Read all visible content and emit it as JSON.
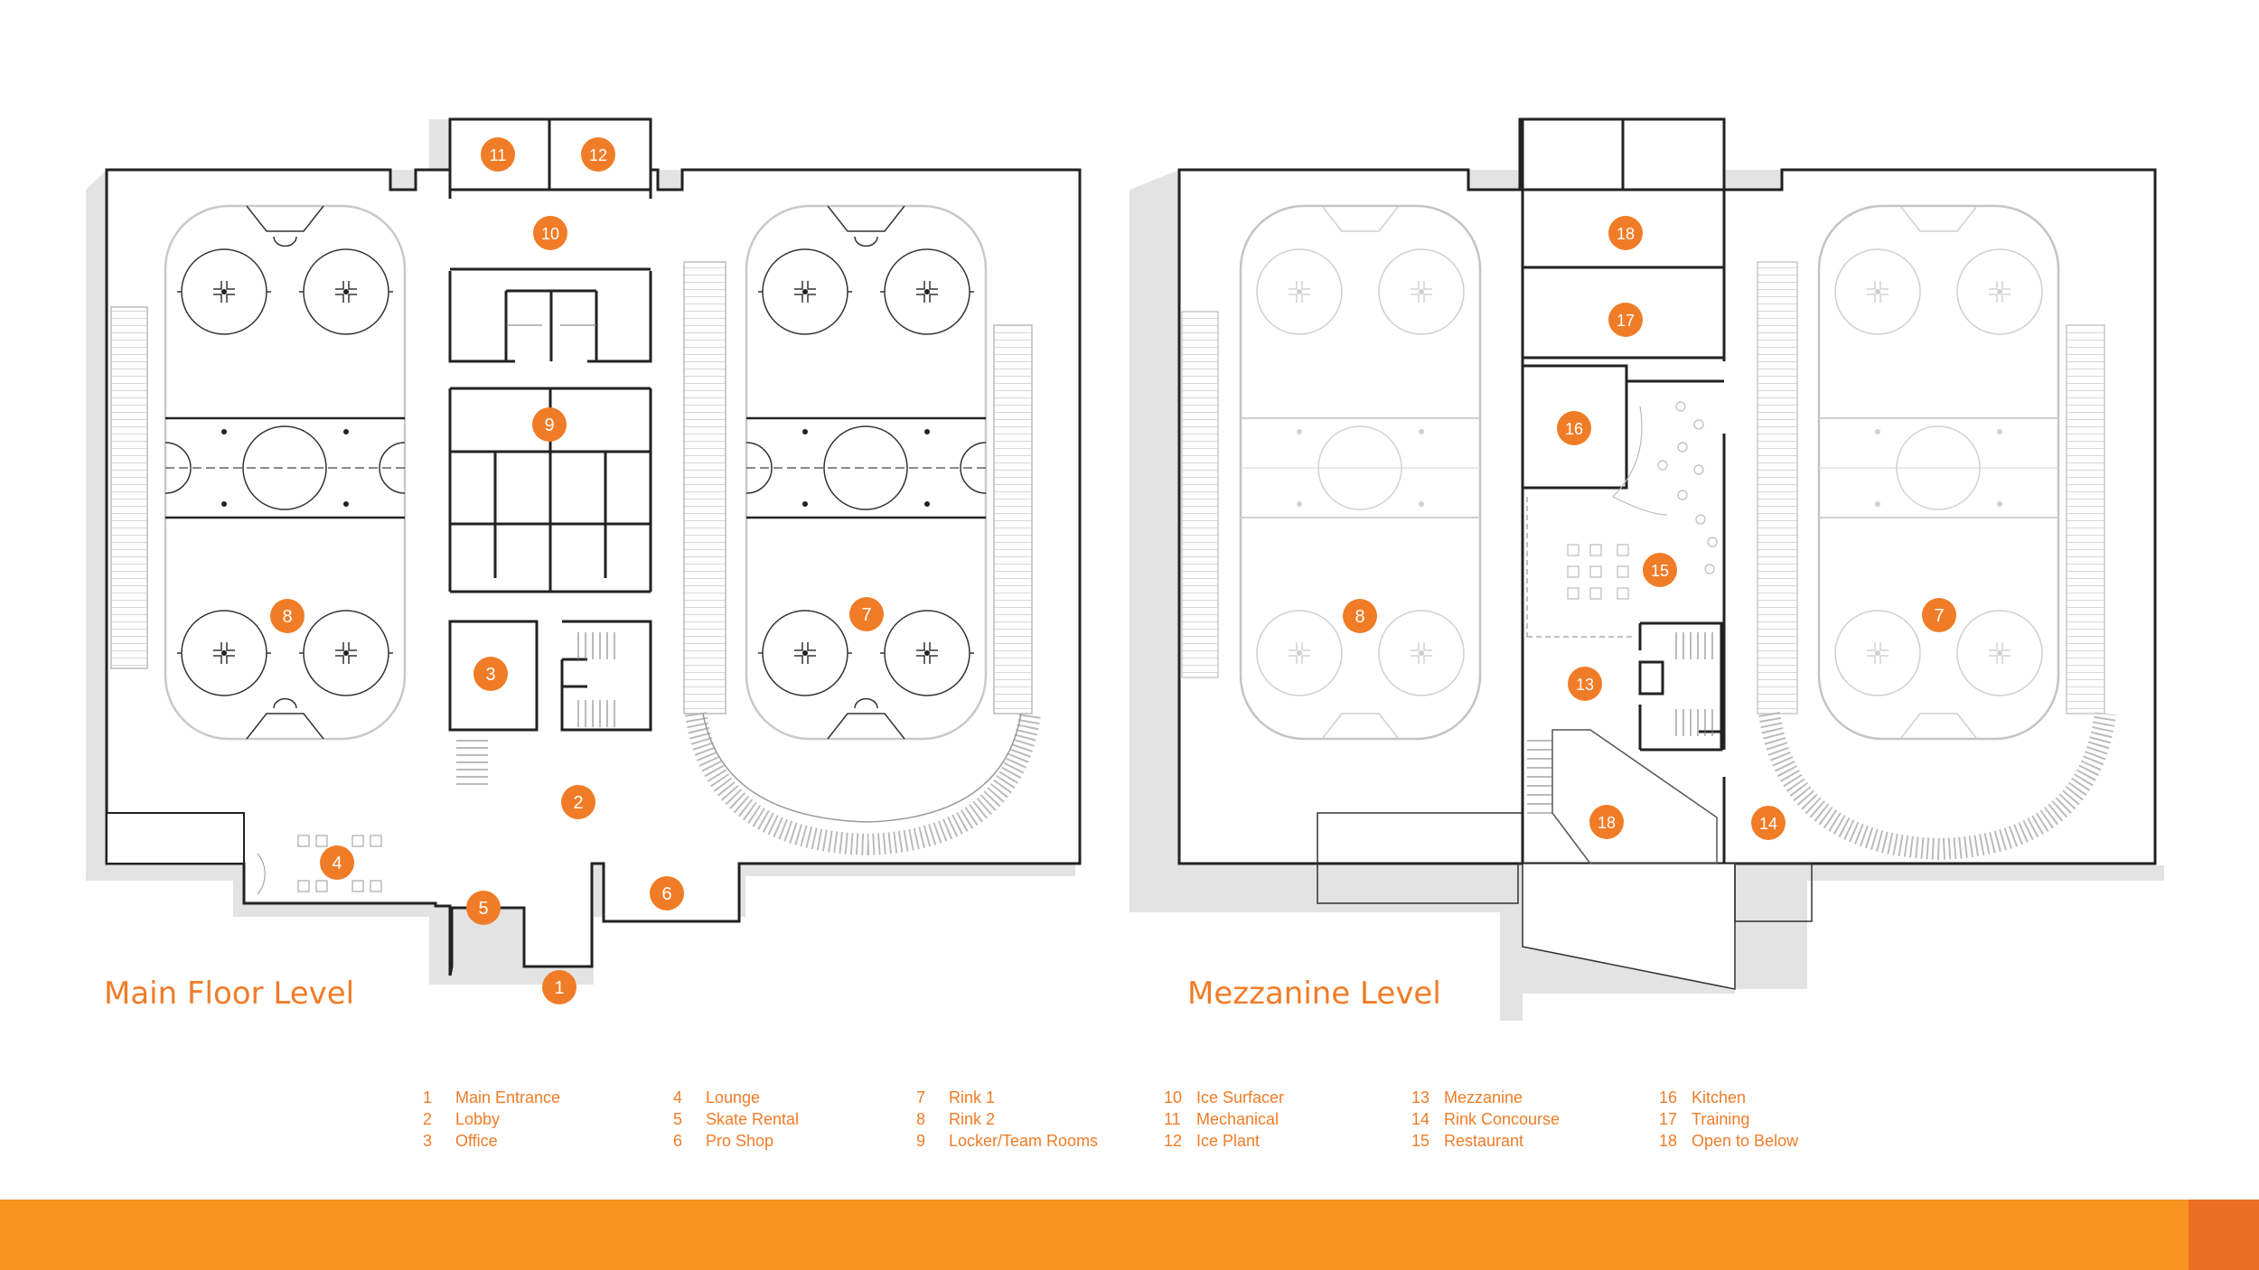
{
  "titles": {
    "main": "Main Floor Level",
    "mezzanine": "Mezzanine Level"
  },
  "colors": {
    "accent": "#f07c27",
    "footer": "#f7931e",
    "footer_accent": "#ec6d24",
    "shadow": "#e3e3e3"
  },
  "main_markers": [
    "1",
    "2",
    "3",
    "4",
    "5",
    "6",
    "7",
    "8",
    "9",
    "10",
    "11",
    "12"
  ],
  "mezz_markers": [
    "7",
    "8",
    "13",
    "14",
    "15",
    "16",
    "17",
    "18",
    "18"
  ],
  "legend": [
    [
      {
        "num": "1",
        "label": "Main Entrance"
      },
      {
        "num": "2",
        "label": "Lobby"
      },
      {
        "num": "3",
        "label": "Office"
      }
    ],
    [
      {
        "num": "4",
        "label": "Lounge"
      },
      {
        "num": "5",
        "label": "Skate Rental"
      },
      {
        "num": "6",
        "label": "Pro Shop"
      }
    ],
    [
      {
        "num": "7",
        "label": "Rink 1"
      },
      {
        "num": "8",
        "label": "Rink 2"
      },
      {
        "num": "9",
        "label": "Locker/Team Rooms"
      }
    ],
    [
      {
        "num": "10",
        "label": "Ice Surfacer"
      },
      {
        "num": "11",
        "label": "Mechanical"
      },
      {
        "num": "12",
        "label": "Ice Plant"
      }
    ],
    [
      {
        "num": "13",
        "label": "Mezzanine"
      },
      {
        "num": "14",
        "label": "Rink Concourse"
      },
      {
        "num": "15",
        "label": "Restaurant"
      }
    ],
    [
      {
        "num": "16",
        "label": "Kitchen"
      },
      {
        "num": "17",
        "label": "Training"
      },
      {
        "num": "18",
        "label": "Open to Below"
      }
    ]
  ]
}
